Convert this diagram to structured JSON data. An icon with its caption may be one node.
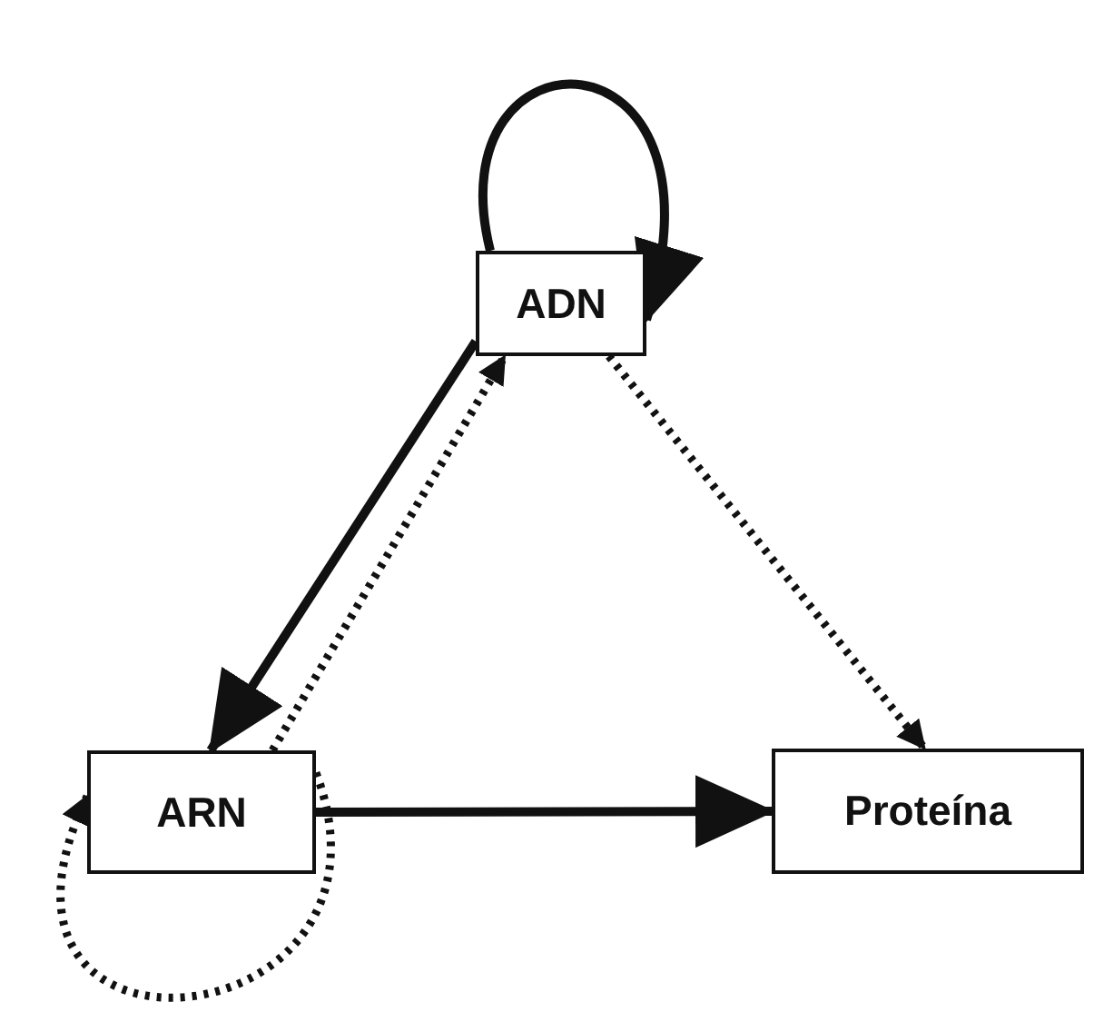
{
  "diagram": {
    "nodes": [
      {
        "text": [
          "ADN"
        ]
      },
      {
        "text": [
          "ARN"
        ]
      },
      {
        "text": [
          "Proteína"
        ]
      }
    ],
    "edges": [
      {
        "from": 0,
        "to": 0,
        "arrow": "to"
      },
      {
        "from": 0,
        "to": 1,
        "arrow": "to"
      },
      {
        "from": 1,
        "to": 0,
        "arrow": "to",
        "style": "dashed"
      },
      {
        "from": 0,
        "to": 2,
        "arrow": "to",
        "style": "dashed"
      },
      {
        "from": 1,
        "to": 2,
        "arrow": "to"
      },
      {
        "from": 1,
        "to": 1,
        "arrow": "to",
        "style": "dashed"
      }
    ]
  }
}
